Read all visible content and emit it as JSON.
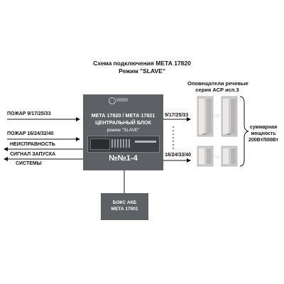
{
  "header": {
    "title": "Схема подключения МЕТА 17820",
    "subtitle": "Режим \"SLAVE\""
  },
  "speakers_label": {
    "line1": "Оповещатели речевые",
    "line2": "серия АСР исп.3"
  },
  "inputs": [
    "ПОЖАР  9/17/25/33",
    "ПОЖАР 16/24/32/40"
  ],
  "outputs": {
    "fault": "НЕИСПРАВНОСТЬ",
    "start_signal_line1": "СИГНАЛ ЗАПУСКА",
    "start_signal_line2": "СИСТЕМЫ"
  },
  "central_unit": {
    "title_line1": "МЕТА 17820 / МЕТА 17821",
    "title_line2": "ЦЕНТРАЛЬНЫЙ БЛОК",
    "mode": "режим \"SLAVE\"",
    "number": "№№1-4"
  },
  "zone_lines": {
    "upper": "9/17/25/33",
    "lower": "16/24/33/40"
  },
  "power_label": {
    "line1": "суммарная",
    "line2": "мощность",
    "line3": "200Вт/500Вт"
  },
  "battery_box": {
    "line1": "БОКС АКБ",
    "line2": "МЕТА 17901"
  },
  "colors": {
    "unit_body": "#5e6163",
    "line": "#111111"
  }
}
